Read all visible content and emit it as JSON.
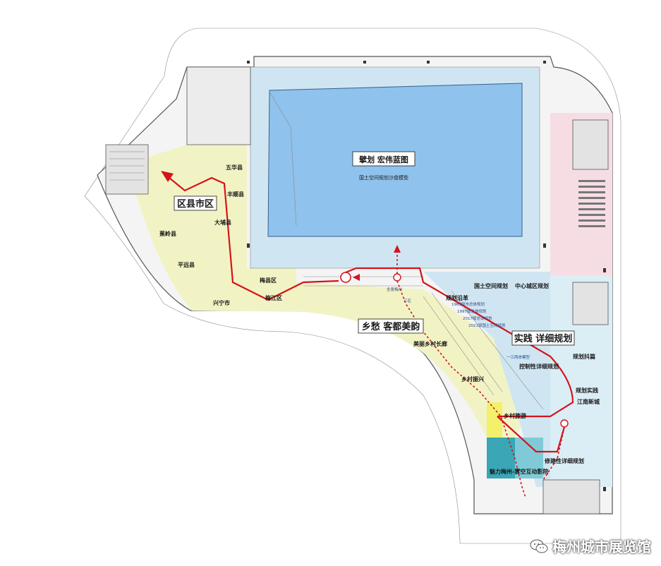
{
  "labels": {
    "central_box_title": "擘划 宏伟蓝图",
    "central_box_sub": "国土空间规划沙盘模型",
    "district_box": "区县市区",
    "hakka_box": "乡愁 客都美韵",
    "practice_box": "实践 详细规划",
    "wuhua": "五华县",
    "fengshun": "丰顺县",
    "dabu": "大埔县",
    "jiaoling": "蕉岭县",
    "pingyuan": "平远县",
    "xingning": "兴宁市",
    "meixian": "梅县区",
    "meijiang": "梅江区",
    "guihua_yange": "规划沿革",
    "guotu_guihua": "国土空间规划",
    "zhongxin_guihua": "中心城区规划",
    "meili_xiangcun": "美丽乡村长廊",
    "xiangcun_zhenxing": "乡村振兴",
    "xiangcun_lvyou": "乡村旅游",
    "kongzhi_guihua": "控制性详细规划",
    "guihua_shijian": "规划实践",
    "jiangnan_xincheng": "江南新城",
    "xiujian_guihua": "修建性详细规划",
    "guihua_bujing": "规划抖篇",
    "meili_meizhou": "魅力梅州-雾空互动影院",
    "y1989": "1989版市总体规划",
    "y1997": "1997版总体规划",
    "y2017": "2017版总体规划",
    "y2021": "2021版国土空间规划",
    "quanjing_meizhou": "全景梅州",
    "sanqu_yiti": "三区",
    "yijiang_liangan": "一江两岸模型"
  },
  "watermark": "梅州城市展览馆",
  "colors": {
    "route": "#d4141b",
    "yellow_zone": "#f2f3c4",
    "blue_zone": "#cfe6f2",
    "pink_zone": "#f6dde4",
    "model_blue": "#8fc2ec",
    "teal_cinema": "#3aa6b6"
  }
}
